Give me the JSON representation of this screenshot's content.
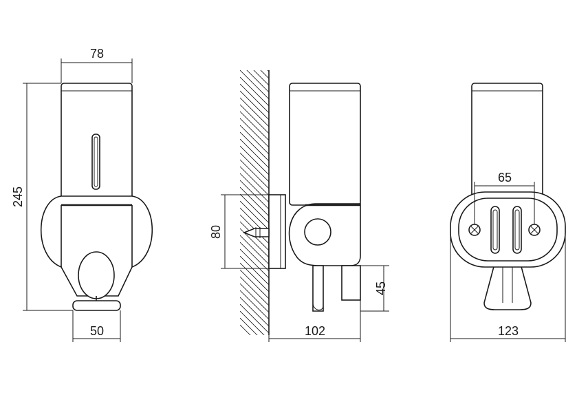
{
  "drawing": {
    "dimensions": {
      "front_width": "78",
      "front_height": "245",
      "front_base": "50",
      "side_mount_height": "80",
      "side_depth": "102",
      "side_outlet_height": "45",
      "back_screw_spacing": "65",
      "back_width": "123"
    },
    "colors": {
      "line": "#1a1a1a",
      "background": "#ffffff"
    }
  }
}
